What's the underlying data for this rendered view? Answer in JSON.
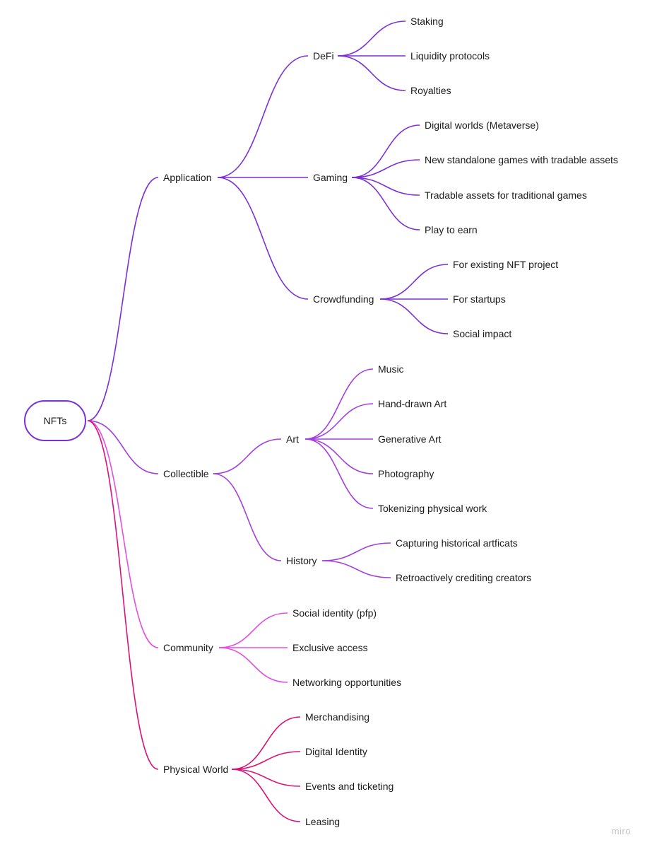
{
  "root": {
    "label": "NFTs",
    "children": [
      {
        "label": "Application",
        "color": "#7b2fd6",
        "children": [
          {
            "label": "DeFi",
            "children": [
              {
                "label": "Staking"
              },
              {
                "label": "Liquidity protocols"
              },
              {
                "label": "Royalties"
              }
            ]
          },
          {
            "label": "Gaming",
            "children": [
              {
                "label": "Digital worlds (Metaverse)"
              },
              {
                "label": "New standalone games with tradable assets"
              },
              {
                "label": "Tradable assets for traditional games"
              },
              {
                "label": "Play to earn"
              }
            ]
          },
          {
            "label": "Crowdfunding",
            "children": [
              {
                "label": "For existing NFT project"
              },
              {
                "label": "For startups"
              },
              {
                "label": "Social impact"
              }
            ]
          }
        ]
      },
      {
        "label": "Collectible",
        "color": "#a23fe0",
        "children": [
          {
            "label": "Art",
            "children": [
              {
                "label": "Music"
              },
              {
                "label": "Hand-drawn Art"
              },
              {
                "label": "Generative Art"
              },
              {
                "label": "Photography"
              },
              {
                "label": "Tokenizing physical work"
              }
            ]
          },
          {
            "label": "History",
            "children": [
              {
                "label": "Capturing historical artficats"
              },
              {
                "label": "Retroactively crediting creators"
              }
            ]
          }
        ]
      },
      {
        "label": "Community",
        "color": "#e150e0",
        "children": [
          {
            "label": "Social identity (pfp)"
          },
          {
            "label": "Exclusive access"
          },
          {
            "label": "Networking opportunities"
          }
        ]
      },
      {
        "label": "Physical World",
        "color": "#d9137a",
        "children": [
          {
            "label": "Merchandising"
          },
          {
            "label": "Digital Identity"
          },
          {
            "label": "Events and ticketing"
          },
          {
            "label": "Leasing"
          }
        ]
      }
    ]
  },
  "watermark": "miro"
}
